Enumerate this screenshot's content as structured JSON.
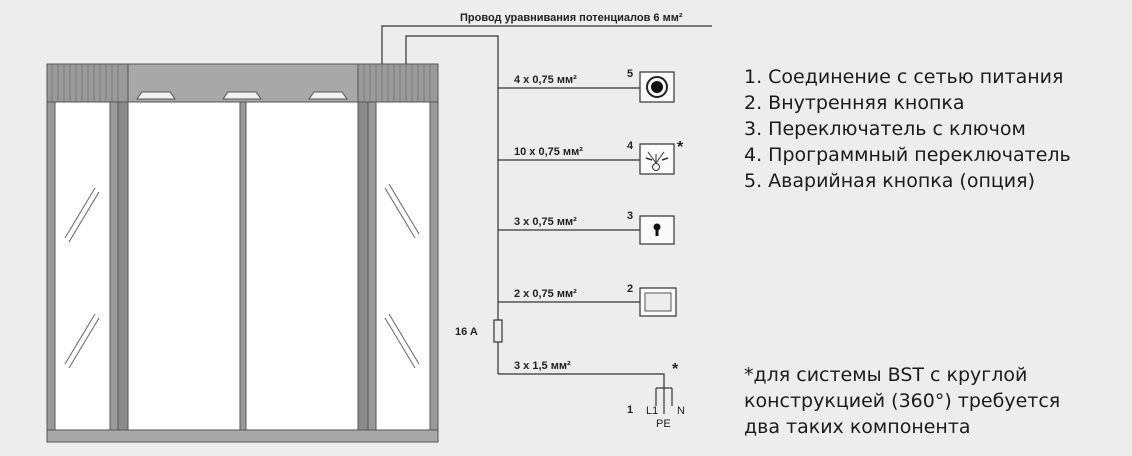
{
  "diagram": {
    "ground_wire_label": "Провод уравнивания потенциалов 6 мм²",
    "wires": [
      {
        "id": "5",
        "label": "4 x 0,75 мм²"
      },
      {
        "id": "4",
        "label": "10 x 0,75 мм²"
      },
      {
        "id": "3",
        "label": "3 x 0,75 мм²"
      },
      {
        "id": "2",
        "label": "2 x 0,75 мм²"
      },
      {
        "id": "1",
        "label": "3 x 1,5 мм²"
      }
    ],
    "fuse_label": "16 A",
    "asterisk": "*",
    "terminal_labels": {
      "l1": "L1",
      "n": "N",
      "pe": "PE"
    }
  },
  "legend": [
    "1. Соединение с сетью питания",
    "2. Внутренняя кнопка",
    "3. Переключатель с ключом",
    "4. Программный переключатель",
    "5. Аварийная кнопка (опция)"
  ],
  "footnote": [
    "*для системы BST с круглой",
    "конструкцией (360°) требуется",
    "два таких компонента"
  ]
}
